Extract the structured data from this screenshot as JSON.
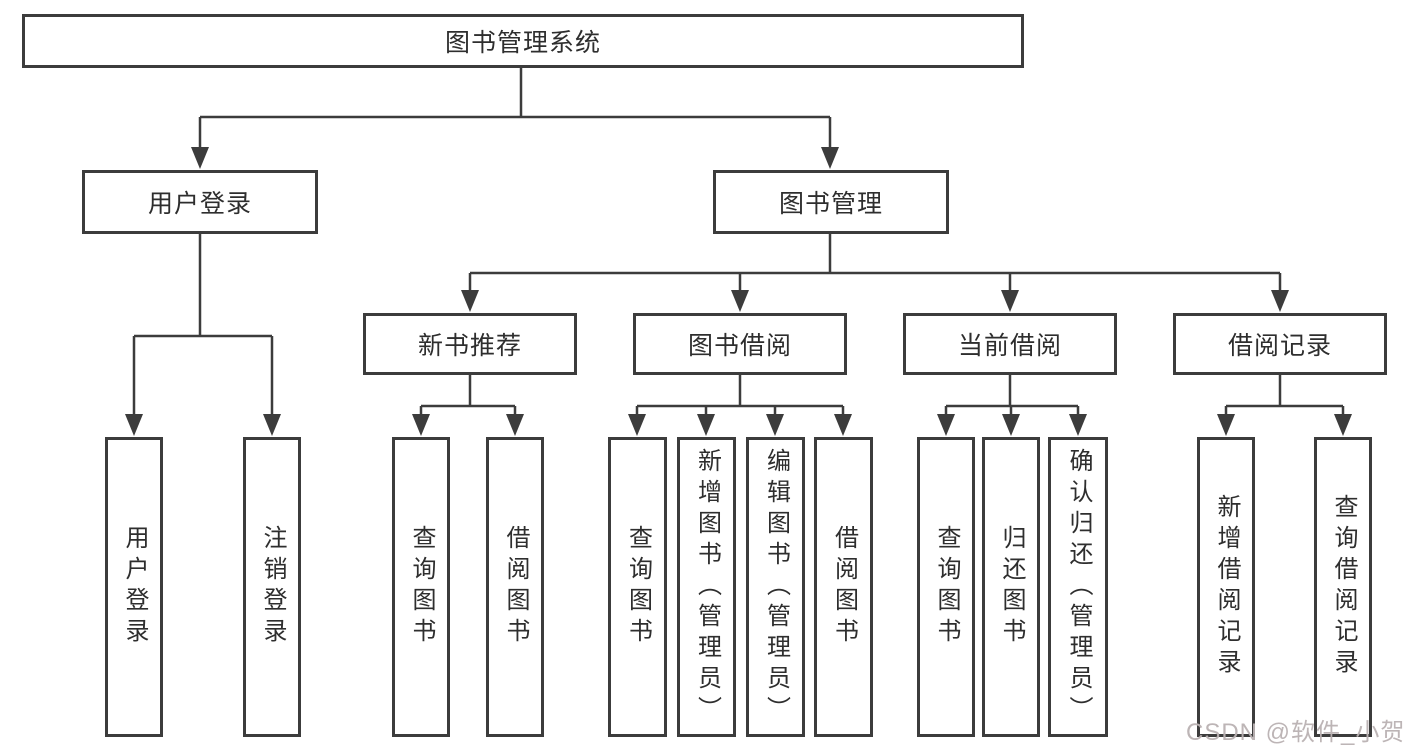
{
  "tree": {
    "root": {
      "label": "图书管理系统",
      "children": [
        {
          "label": "用户登录",
          "children": [
            {
              "label": "用户登录"
            },
            {
              "label": "注销登录"
            }
          ]
        },
        {
          "label": "图书管理",
          "children": [
            {
              "label": "新书推荐",
              "children": [
                {
                  "label": "查询图书"
                },
                {
                  "label": "借阅图书"
                }
              ]
            },
            {
              "label": "图书借阅",
              "children": [
                {
                  "label": "查询图书"
                },
                {
                  "label": "新增图书（管理员）"
                },
                {
                  "label": "编辑图书（管理员）"
                },
                {
                  "label": "借阅图书"
                }
              ]
            },
            {
              "label": "当前借阅",
              "children": [
                {
                  "label": "查询图书"
                },
                {
                  "label": "归还图书"
                },
                {
                  "label": "确认归还（管理员）"
                }
              ]
            },
            {
              "label": "借阅记录",
              "children": [
                {
                  "label": "新增借阅记录"
                },
                {
                  "label": "查询借阅记录"
                }
              ]
            }
          ]
        }
      ]
    }
  },
  "watermark": {
    "text": "CSDN @软件_小贺同学"
  },
  "colors": {
    "stroke": "#3c3c3c",
    "text": "#2e2e2e",
    "watermark": "#b9b1b2",
    "background": "#ffffff"
  }
}
